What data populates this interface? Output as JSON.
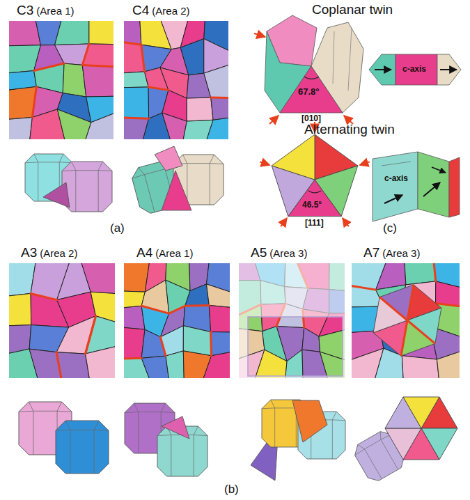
{
  "diagram": {
    "labels": [
      "C3",
      "(Area 1)",
      "C4",
      "(Area 2)",
      "Coplanar twin",
      "67.8°",
      "[010]",
      "c-axis",
      "Alternating twin",
      "46.5°",
      "[111]",
      "c-axis",
      "(a)",
      "(c)",
      "A3",
      "(Area 2)",
      "A4",
      "(Area 1)",
      "A5",
      "(Area 3)",
      "A7",
      "(Area 3)",
      "(b)"
    ]
  }
}
